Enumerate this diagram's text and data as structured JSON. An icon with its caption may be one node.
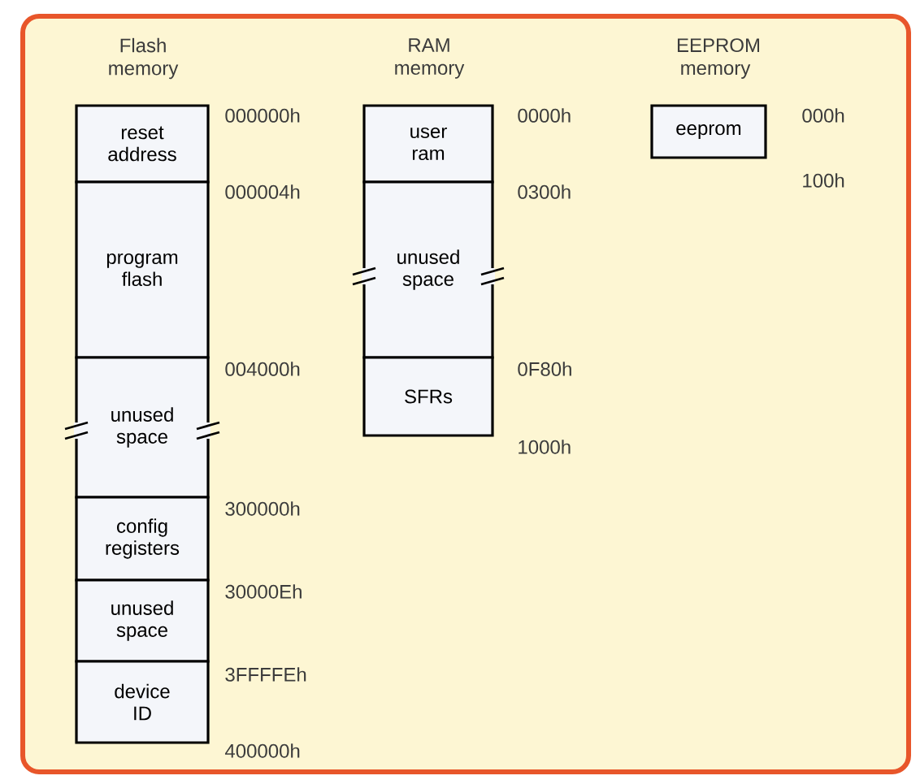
{
  "diagram": {
    "nodes": [
      {
        "text": [
          "reset address"
        ]
      },
      {
        "text": [
          "program flash"
        ]
      },
      {
        "text": [
          "unused space"
        ]
      },
      {
        "text": [
          "config registers"
        ]
      },
      {
        "text": [
          "unused space"
        ]
      },
      {
        "text": [
          "device ID"
        ]
      },
      {
        "text": [
          "user ram"
        ]
      },
      {
        "text": [
          "unused space"
        ]
      },
      {
        "text": [
          "SFRs"
        ]
      },
      {
        "text": [
          "eeprom"
        ]
      }
    ],
    "labels": [
      "Flash memory",
      "000000h",
      "000004h",
      "004000h",
      "300000h",
      "30000Eh",
      "3FFFFEh",
      "400000h",
      "RAM memory",
      "0000h",
      "0300h",
      "0F80h",
      "1000h",
      "EEPROM memory",
      "000h",
      "100h"
    ]
  }
}
